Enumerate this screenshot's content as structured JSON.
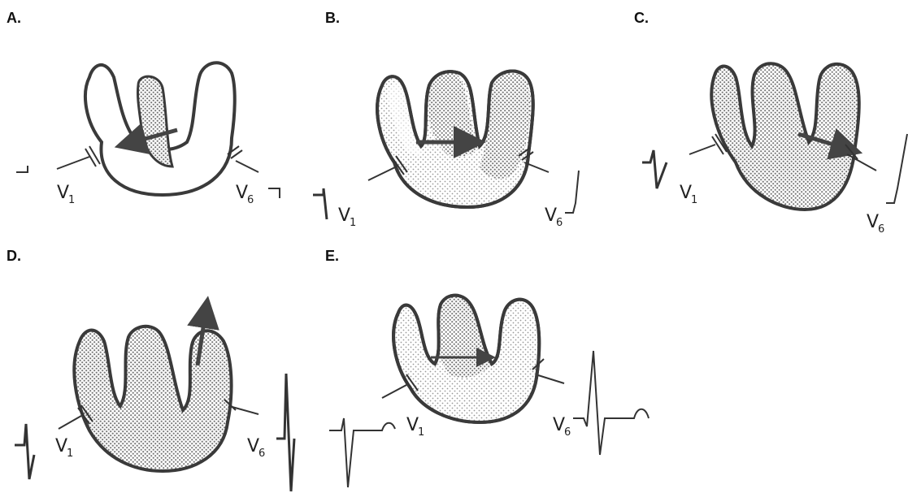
{
  "panels": [
    {
      "id": "A",
      "label": "A.",
      "lead_left": "V",
      "lead_left_sub": "1",
      "lead_right": "V",
      "lead_right_sub": "6"
    },
    {
      "id": "B",
      "label": "B.",
      "lead_left": "V",
      "lead_left_sub": "1",
      "lead_right": "V",
      "lead_right_sub": "6"
    },
    {
      "id": "C",
      "label": "C.",
      "lead_left": "V",
      "lead_left_sub": "1",
      "lead_right": "V",
      "lead_right_sub": "6"
    },
    {
      "id": "D",
      "label": "D.",
      "lead_left": "V",
      "lead_left_sub": "1",
      "lead_right": "V",
      "lead_right_sub": "6"
    },
    {
      "id": "E",
      "label": "E.",
      "lead_left": "V",
      "lead_left_sub": "1",
      "lead_right": "V",
      "lead_right_sub": "6"
    }
  ],
  "colors": {
    "outline": "#3a3a3a",
    "stipple": "#7a7a7a",
    "arrow": "#444444",
    "paper": "#ffffff"
  }
}
